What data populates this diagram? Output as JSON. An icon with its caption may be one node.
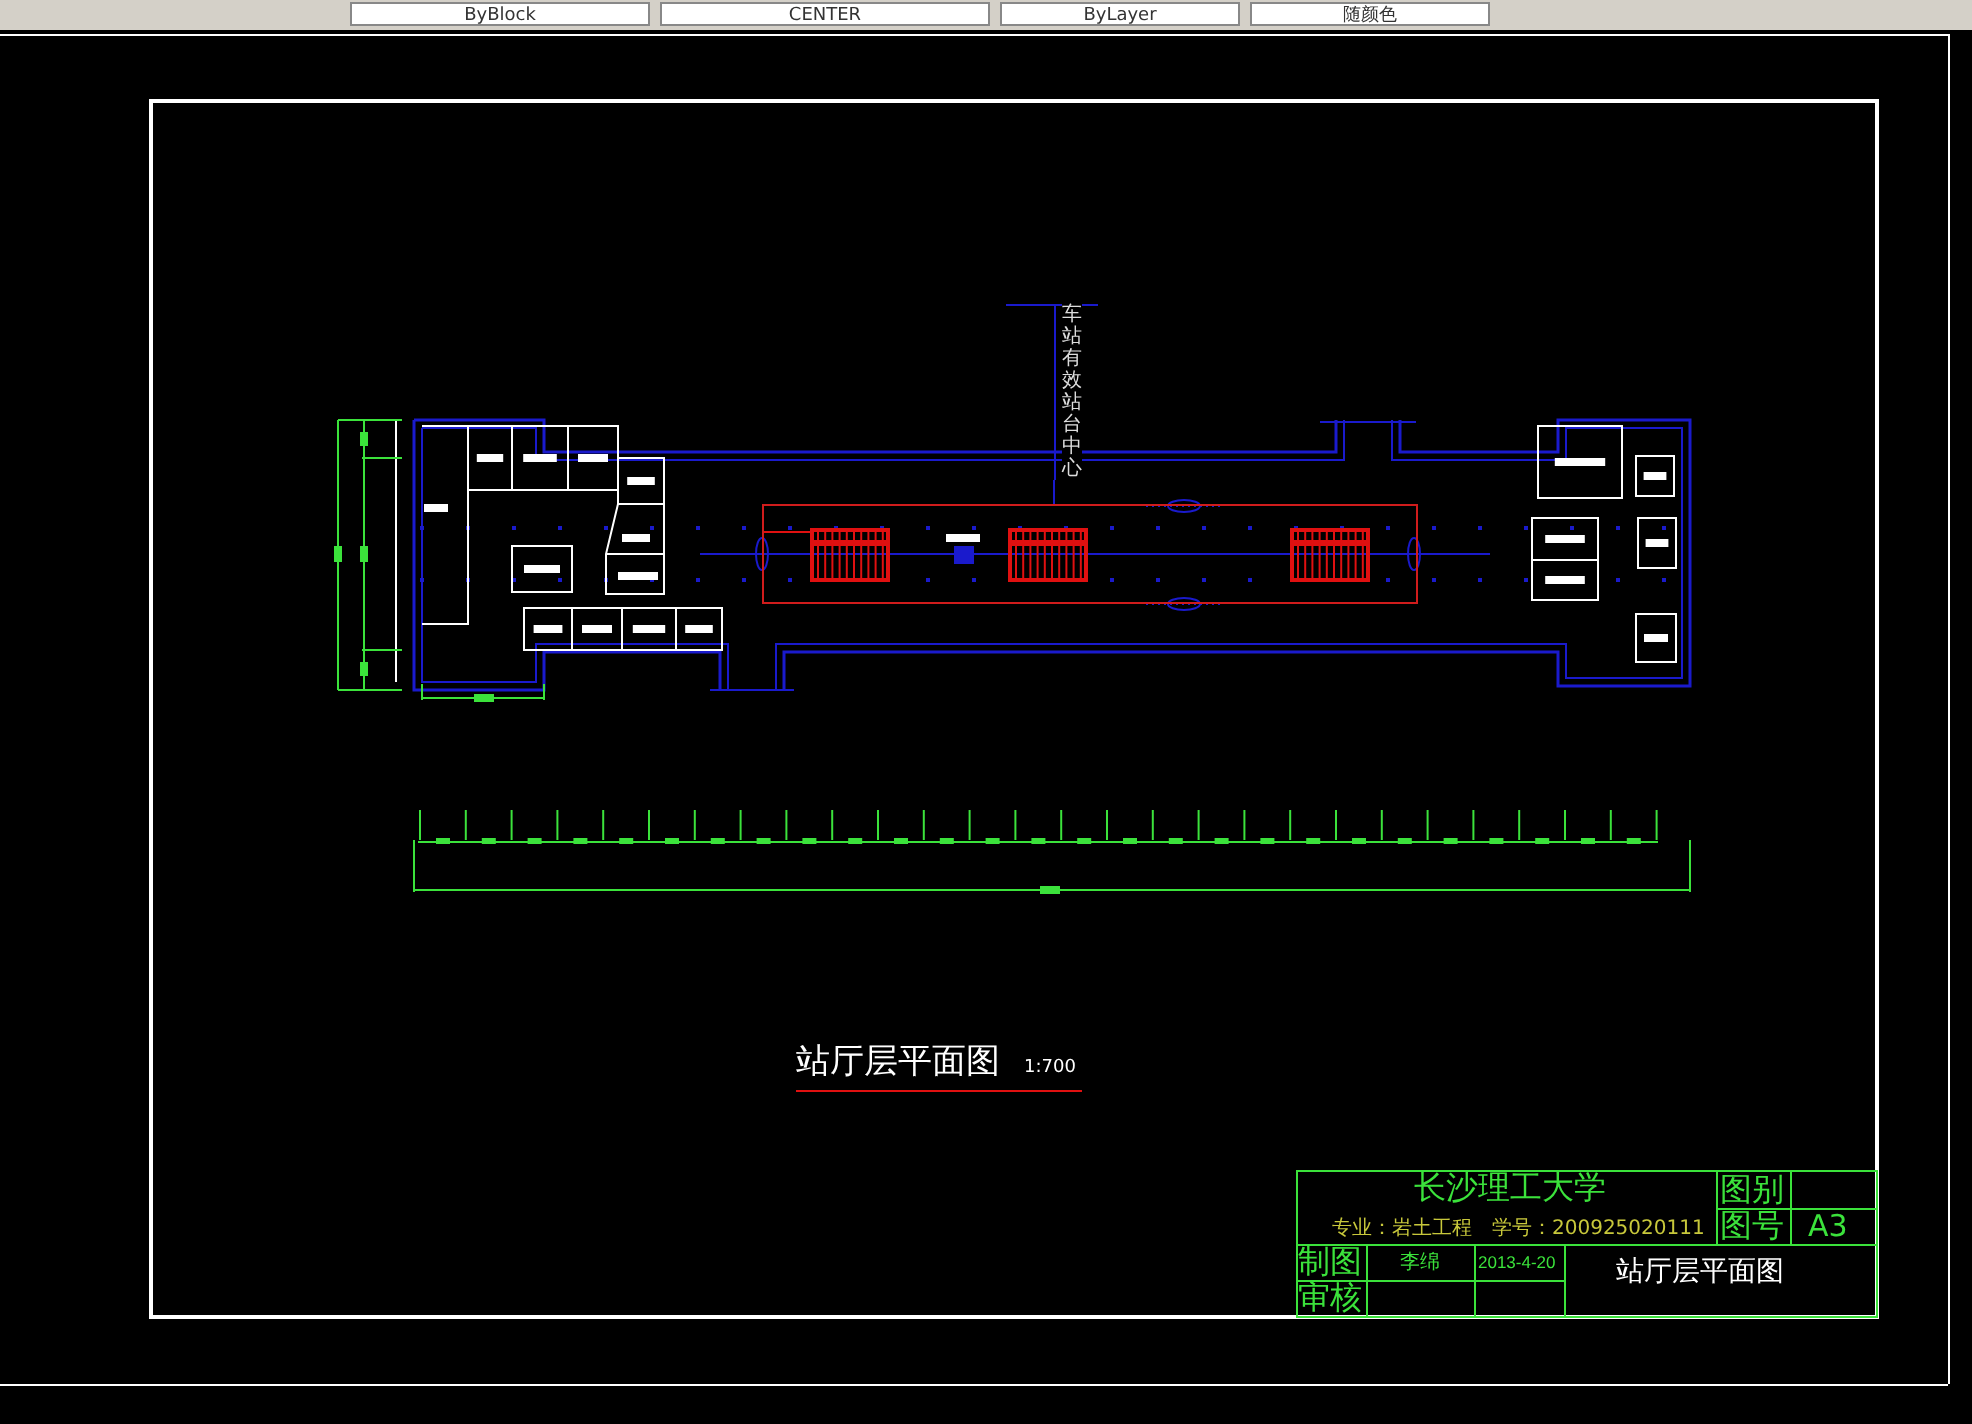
{
  "diagram": {
    "title": "站厅层平面图",
    "nodes": [
      {
        "text": [
          "车站有效站台中心"
        ]
      },
      {
        "text": [],
        "shape": "box"
      }
    ],
    "edges": [
      {
        "from": 0,
        "to": 1,
        "arrow": "none",
        "color": "#1a1acc"
      }
    ],
    "labels": [
      "ByBlock",
      "CENTER",
      "ByLayer",
      "随颜色",
      "1:700",
      "长沙理工大学",
      "图别",
      "专业：岩土工程",
      "学号：200925020111",
      "图号",
      "A3",
      "制图",
      "李绵",
      "2013-4-20",
      "站厅层平面图",
      "审核"
    ]
  }
}
